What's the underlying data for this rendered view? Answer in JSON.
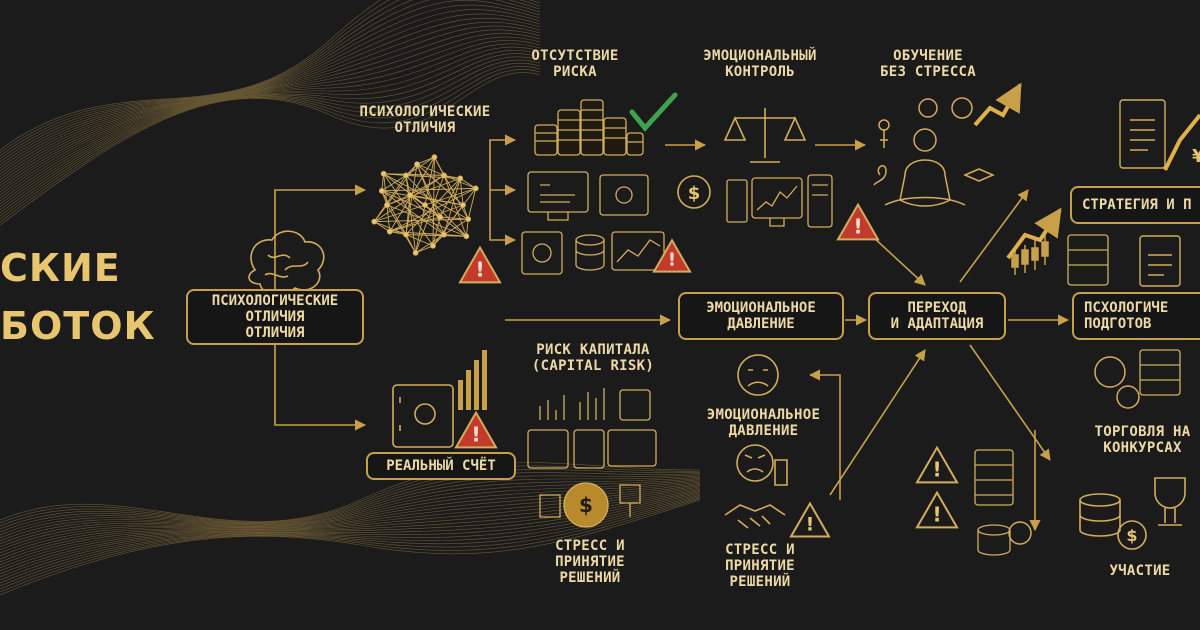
{
  "heading": {
    "line1": "СКИЕ",
    "line2": "БОТОК"
  },
  "nodes": {
    "absence_risk": "ОТСУТСТВИЕ\nРИСКА",
    "emotional_control": "ЭМОЦИОНАЛЬНЫЙ\nКОНТРОЛЬ",
    "learning_no_stress": "ОБУЧЕНИЕ\nБЕЗ СТРЕССА",
    "psych_diff_top": "ПСИХОЛОГИЧЕСКИЕ\nОТЛИЧИЯ",
    "psych_diff_box": "ПСИХОЛОГИЧЕСКИЕ\nОТЛИЧИЯ\nОТЛИЧИЯ",
    "emotional_pressure_box": "ЭМОЦИОНАЛЬНОЕ\nДАВЛЕНИЕ",
    "transition_box": "ПЕРЕХОД\nИ АДАПТАЦИЯ",
    "strategy_box": "СТРАТЕГИЯ И П",
    "psych_prep_box": "ПСХОЛОГИЧЕ\nПОДГОТОВ",
    "capital_risk": "РИСК КАПИТАЛА\n(CAPITAL RISK)",
    "emotional_pressure_label": "ЭМОЦИОНАЛЬНОЕ\nДАВЛЕНИЕ",
    "real_account_box": "РЕАЛЬНЫЙ СЧЁТ",
    "stress_decisions_1": "СТРЕСС И\nПРИНЯТИЕ\nРЕШЕНИЙ",
    "stress_decisions_2": "СТРЕСС И\nПРИНЯТИЕ\nРЕШЕНИЙ",
    "trading_contests": "ТОРГОВЛЯ НА\nКОНКУРСАХ",
    "participation": "УЧАСТИЕ"
  },
  "icons": {
    "dollar_symbol": "$",
    "yen_symbol": "¥",
    "warning_symbol": "!"
  },
  "colors": {
    "background": "#1b1b1b",
    "gold": "#c9a04a",
    "text": "#ecd9a6",
    "warning_red": "#c23a2b",
    "check_green": "#3fa34d"
  }
}
